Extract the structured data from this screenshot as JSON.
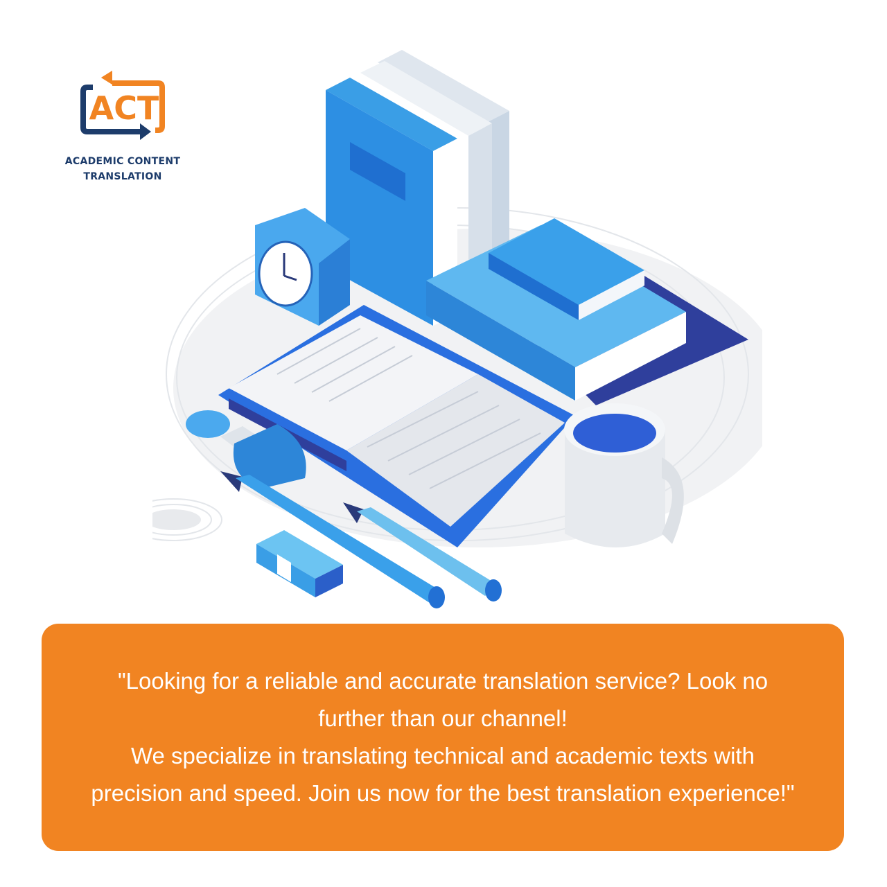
{
  "logo": {
    "mark": "ACT",
    "line1": "ACADEMIC CONTENT",
    "line2": "TRANSLATION",
    "colors": {
      "orange": "#f18422",
      "navy": "#1d3c6b"
    }
  },
  "illustration": {
    "items": [
      "books-stack-icon",
      "clock-icon",
      "open-book-icon",
      "mug-icon",
      "usb-drive-icon",
      "pencil-icon",
      "eraser-icon"
    ]
  },
  "banner": {
    "line1": "\"Looking for a reliable and accurate translation service? Look no",
    "line2": "further than our channel!",
    "line3": "We specialize in translating technical and academic texts with",
    "line4": "precision and speed. Join us now for the best translation experience!\"",
    "background": "#f18422"
  }
}
